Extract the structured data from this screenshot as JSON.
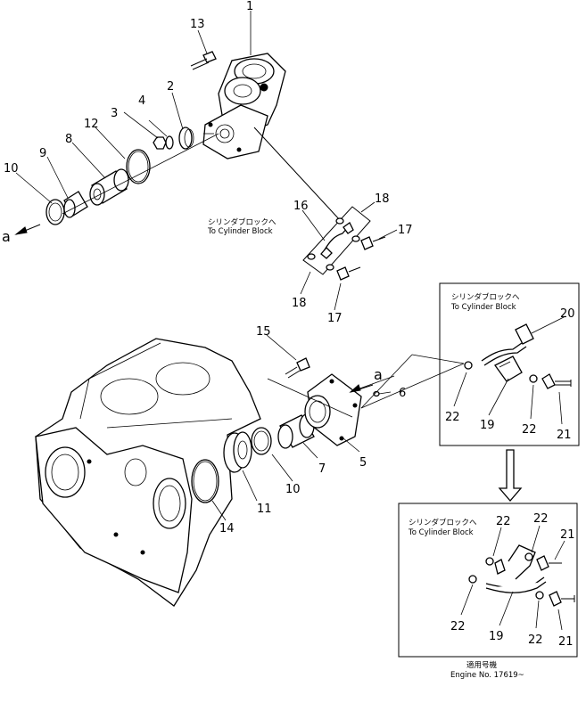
{
  "callouts": {
    "c1": "1",
    "c2": "2",
    "c3": "3",
    "c4": "4",
    "c5": "5",
    "c6": "6",
    "c7": "7",
    "c8": "8",
    "c9": "9",
    "c10a": "10",
    "c10b": "10",
    "c11": "11",
    "c12": "12",
    "c13": "13",
    "c14": "14",
    "c15": "15",
    "c16": "16",
    "c17a": "17",
    "c17b": "17",
    "c18a": "18",
    "c18b": "18",
    "c19a": "19",
    "c19b": "19",
    "c20": "20",
    "c21a": "21",
    "c21b": "21",
    "c21c": "21",
    "c22a": "22",
    "c22b": "22",
    "c22c": "22",
    "c22d": "22",
    "c22e": "22",
    "c22f": "22",
    "arrow_a1": "a",
    "arrow_a2": "a"
  },
  "notes": {
    "to_cylinder_jp": "シリンダブロックへ",
    "to_cylinder_en": "To Cylinder Block",
    "serial_jp": "適用号機",
    "serial_en": "Engine No. 17619~"
  }
}
